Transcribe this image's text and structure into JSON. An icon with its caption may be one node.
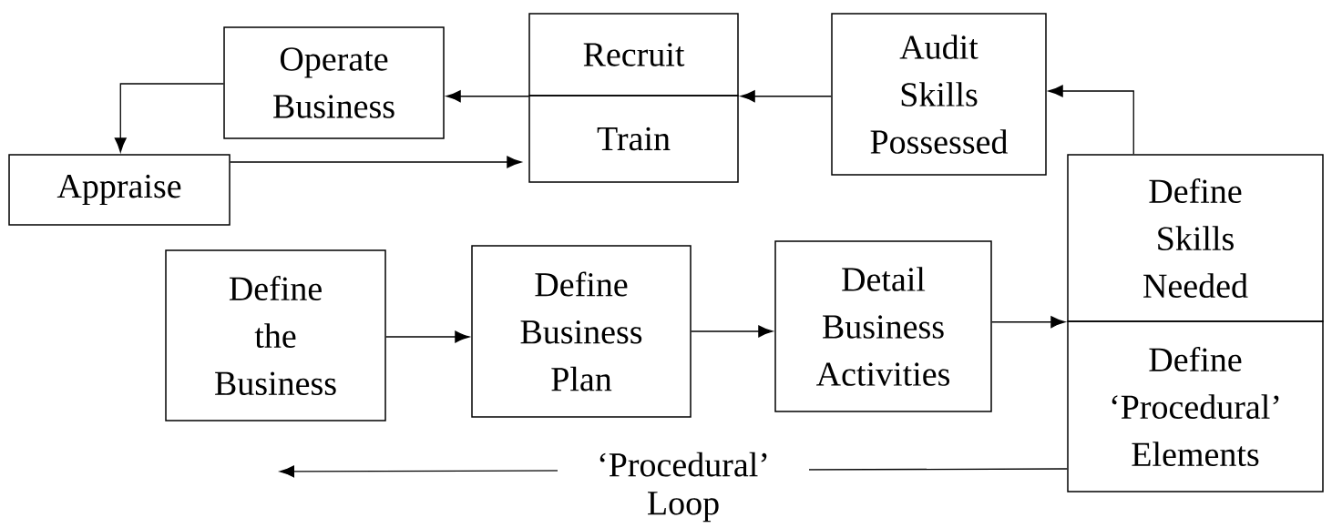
{
  "diagram": {
    "nodes": [
      {
        "text": [
          "Operate Business"
        ]
      },
      {
        "text": [
          "Recruit"
        ]
      },
      {
        "text": [
          "Train"
        ]
      },
      {
        "text": [
          "Audit Skills Possessed"
        ]
      },
      {
        "text": [
          "Appraise"
        ]
      },
      {
        "text": [
          "Define Skills Needed"
        ]
      },
      {
        "text": [
          "Define ‘Procedural’ Elements"
        ]
      },
      {
        "text": [
          "Define the Business"
        ]
      },
      {
        "text": [
          "Define Business Plan"
        ]
      },
      {
        "text": [
          "Detail Business Activities"
        ]
      }
    ],
    "edges": [
      {
        "from": 1,
        "to": 0,
        "arrow": "to"
      },
      {
        "from": 3,
        "to": 1,
        "arrow": "to"
      },
      {
        "from": 5,
        "to": 3,
        "arrow": "to"
      },
      {
        "from": 0,
        "to": 4,
        "arrow": "to"
      },
      {
        "from": 4,
        "to": 2,
        "arrow": "to"
      },
      {
        "from": 7,
        "to": 8,
        "arrow": "to"
      },
      {
        "from": 8,
        "to": 9,
        "arrow": "to"
      },
      {
        "from": 9,
        "to": 5,
        "arrow": "to"
      },
      {
        "from": 6,
        "to": null,
        "arrow": "to",
        "label": "‘Procedural’ Loop"
      }
    ]
  }
}
